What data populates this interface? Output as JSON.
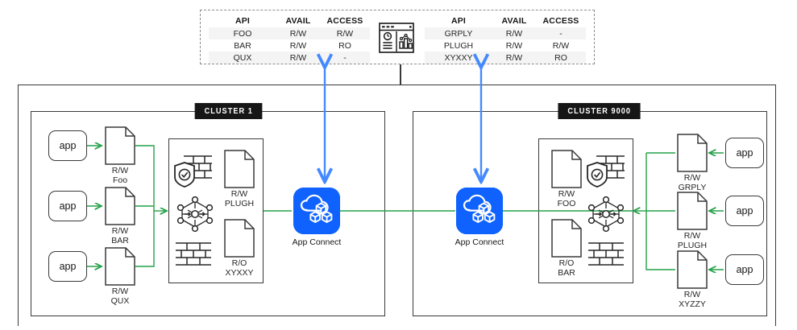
{
  "diagram": {
    "title": "App Connect multi-cluster API exposure diagram",
    "colors": {
      "flow_green": "#24a148",
      "arrow_blue": "#4589ff",
      "app_connect_blue": "#0f62fe",
      "line_dark": "#393939",
      "badge_black": "#161616",
      "row_stripe": "#f4f4f4",
      "dashed_border": "#8d8d8d"
    }
  },
  "top_panel": {
    "icon_name": "dashboard-icon",
    "tables": [
      {
        "id": "table-left",
        "columns": [
          "API",
          "AVAIL",
          "ACCESS"
        ],
        "rows": [
          [
            "FOO",
            "R/W",
            "R/W"
          ],
          [
            "BAR",
            "R/W",
            "RO"
          ],
          [
            "QUX",
            "R/W",
            "-"
          ]
        ]
      },
      {
        "id": "table-right",
        "columns": [
          "API",
          "AVAIL",
          "ACCESS"
        ],
        "rows": [
          [
            "GRPLY",
            "R/W",
            "-"
          ],
          [
            "PLUGH",
            "R/W",
            "R/W"
          ],
          [
            "XYXXY",
            "R/W",
            "RO"
          ]
        ]
      }
    ]
  },
  "clusters": [
    {
      "id": "cluster-1",
      "badge": "CLUSTER 1",
      "apps": [
        {
          "label": "app"
        },
        {
          "label": "app"
        },
        {
          "label": "app"
        }
      ],
      "documents": [
        {
          "access": "R/W",
          "name": "Foo"
        },
        {
          "access": "R/W",
          "name": "BAR"
        },
        {
          "access": "R/W",
          "name": "QUX"
        }
      ],
      "inner_box": {
        "icons": [
          "firewall-shield-icon",
          "service-mesh-icon",
          "firewall-icon"
        ],
        "documents": [
          {
            "access": "R/W",
            "name": "PLUGH"
          },
          {
            "access": "R/O",
            "name": "XYXXY"
          }
        ]
      },
      "app_connect": {
        "label": "App Connect",
        "icon_name": "app-connect-icon"
      }
    },
    {
      "id": "cluster-9000",
      "badge": "CLUSTER 9000",
      "apps": [
        {
          "label": "app"
        },
        {
          "label": "app"
        },
        {
          "label": "app"
        }
      ],
      "documents": [
        {
          "access": "R/W",
          "name": "GRPLY"
        },
        {
          "access": "R/W",
          "name": "PLUGH"
        },
        {
          "access": "R/W",
          "name": "XYZZY"
        }
      ],
      "inner_box": {
        "icons": [
          "firewall-shield-icon",
          "service-mesh-icon",
          "firewall-icon"
        ],
        "documents": [
          {
            "access": "R/W",
            "name": "FOO"
          },
          {
            "access": "R/O",
            "name": "BAR"
          }
        ]
      },
      "app_connect": {
        "label": "App Connect",
        "icon_name": "app-connect-icon"
      }
    }
  ]
}
